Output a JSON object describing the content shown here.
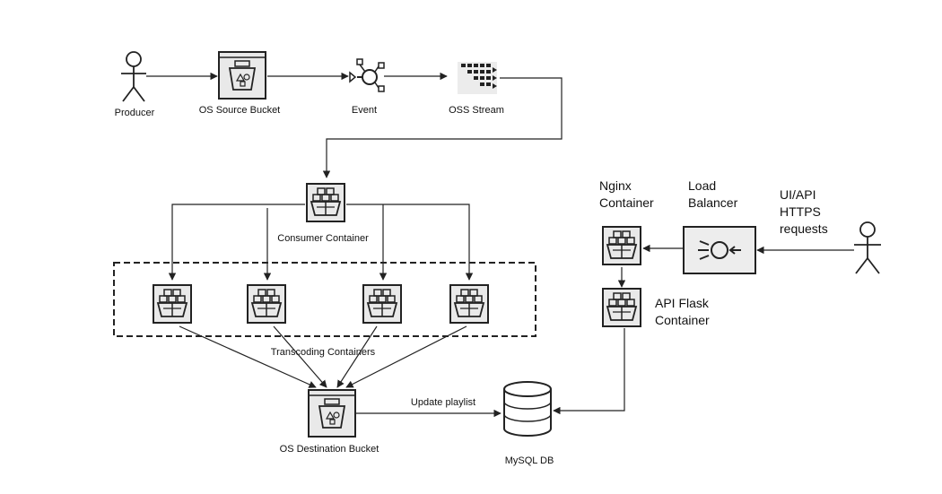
{
  "labels": {
    "producer": "Producer",
    "source_bucket": "OS Source Bucket",
    "event": "Event",
    "oss_stream": "OSS Stream",
    "consumer_container": "Consumer Container",
    "transcoding_containers": "Transcoding Containers",
    "destination_bucket": "OS Destination Bucket",
    "update_playlist": "Update playlist",
    "mysql_db": "MySQL DB",
    "nginx_line1": "Nginx",
    "nginx_line2": "Container",
    "lb_line1": "Load",
    "lb_line2": "Balancer",
    "requests_line1": "UI/API",
    "requests_line2": "HTTPS",
    "requests_line3": "requests",
    "api_flask_line1": "API Flask",
    "api_flask_line2": "Container"
  }
}
